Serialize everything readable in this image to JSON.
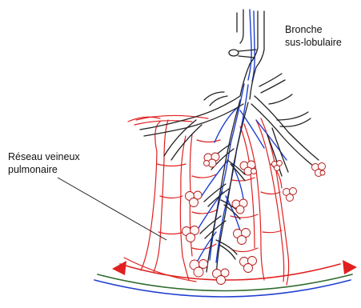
{
  "labels": {
    "bronche": {
      "line1": "Bronche",
      "line2": "sus-lobulaire"
    },
    "reseau": {
      "line1": "Réseau veineux",
      "line2": "pulmonaire"
    }
  },
  "colors": {
    "bronchus": "#222222",
    "artery": "#1f3fd0",
    "vein": "#e02020",
    "pleura_green": "#2e6b2e",
    "alveoli": "#b01818"
  }
}
